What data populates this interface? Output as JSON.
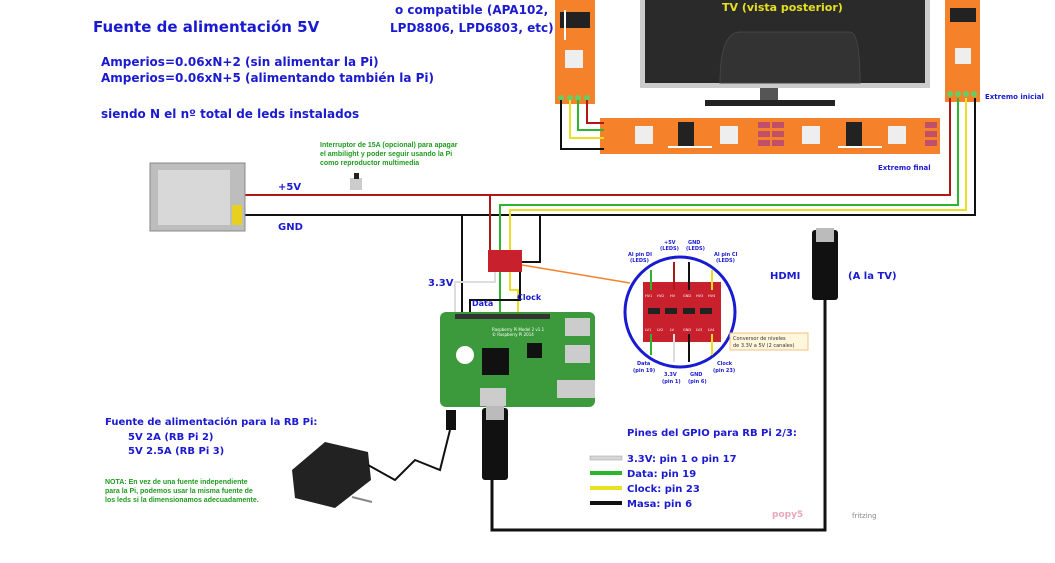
{
  "title": "Fuente de alimentación 5V",
  "formulas": [
    "Amperios=0.06xN+2 (sin alimentar la Pi)",
    "Amperios=0.06xN+5 (alimentando también la Pi)"
  ],
  "note_n": "siendo N el nº total de leds instalados",
  "compatible": [
    "o compatible (APA102,",
    "LPD8806, LPD6803, etc)"
  ],
  "tv_label": "TV (vista posterior)",
  "strip_start": "Extremo inicial",
  "strip_end": "Extremo final",
  "switch_note": [
    "Interruptor de 15A (opcional) para apagar",
    "el ambilight y poder seguir usando la Pi",
    "como reproductor multimedia"
  ],
  "wire_labels": {
    "v5": "+5V",
    "gnd": "GND",
    "v33": "3.3V",
    "data": "Data",
    "clock": "Clock"
  },
  "hdmi": {
    "label": "HDMI",
    "target": "(A la TV)"
  },
  "converter": {
    "top_labels": [
      "Al pin DI",
      "(LEDS)",
      "+5V",
      "(LEDS)",
      "GND",
      "(LEDS)",
      "Al pin CI",
      "(LEDS)"
    ],
    "bottom_labels": [
      "Data",
      "(pin 19)",
      "3.3V",
      "(pin 1)",
      "GND",
      "(pin 6)",
      "Clock",
      "(pin 23)"
    ],
    "pins_top": [
      "HV1",
      "HV2",
      "HV",
      "GND",
      "HV3",
      "HV4"
    ],
    "pins_bottom": [
      "LV1",
      "LV2",
      "LV",
      "GND",
      "LV3",
      "LV4"
    ],
    "caption": [
      "Conversor de niveles",
      "de 3.3V a 5V (2 canales)"
    ]
  },
  "pi": {
    "model": "Raspberry Pi Model 2 v1.1",
    "copyright": "© Raspberry Pi 2014"
  },
  "pi_power": {
    "title": "Fuente de alimentación para la RB Pi:",
    "lines": [
      "5V 2A (RB Pi 2)",
      "5V 2.5A (RB Pi 3)"
    ],
    "note": [
      "NOTA: En vez de una fuente independiente",
      "para la Pi, podemos usar la misma fuente de",
      "los leds si la dimensionamos adecuadamente."
    ]
  },
  "gpio": {
    "title": "Pines del GPIO para RB Pi 2/3:",
    "items": [
      {
        "label": "3.3V: pin 1 o pin 17",
        "color": "#d8d8d8"
      },
      {
        "label": "Data: pin 19",
        "color": "#2db52d"
      },
      {
        "label": "Clock: pin  23",
        "color": "#e8e020"
      },
      {
        "label": "Masa: pin 6",
        "color": "#111111"
      }
    ]
  },
  "credits": {
    "author": "popy5",
    "tool": "fritzing"
  },
  "colors": {
    "text_blue": "#1a1ad0",
    "note_green": "#1f9a1f",
    "strip_orange": "#f5822a",
    "pi_green": "#3c9a3c",
    "converter_red": "#c8202c",
    "wire_red": "#b01818"
  }
}
